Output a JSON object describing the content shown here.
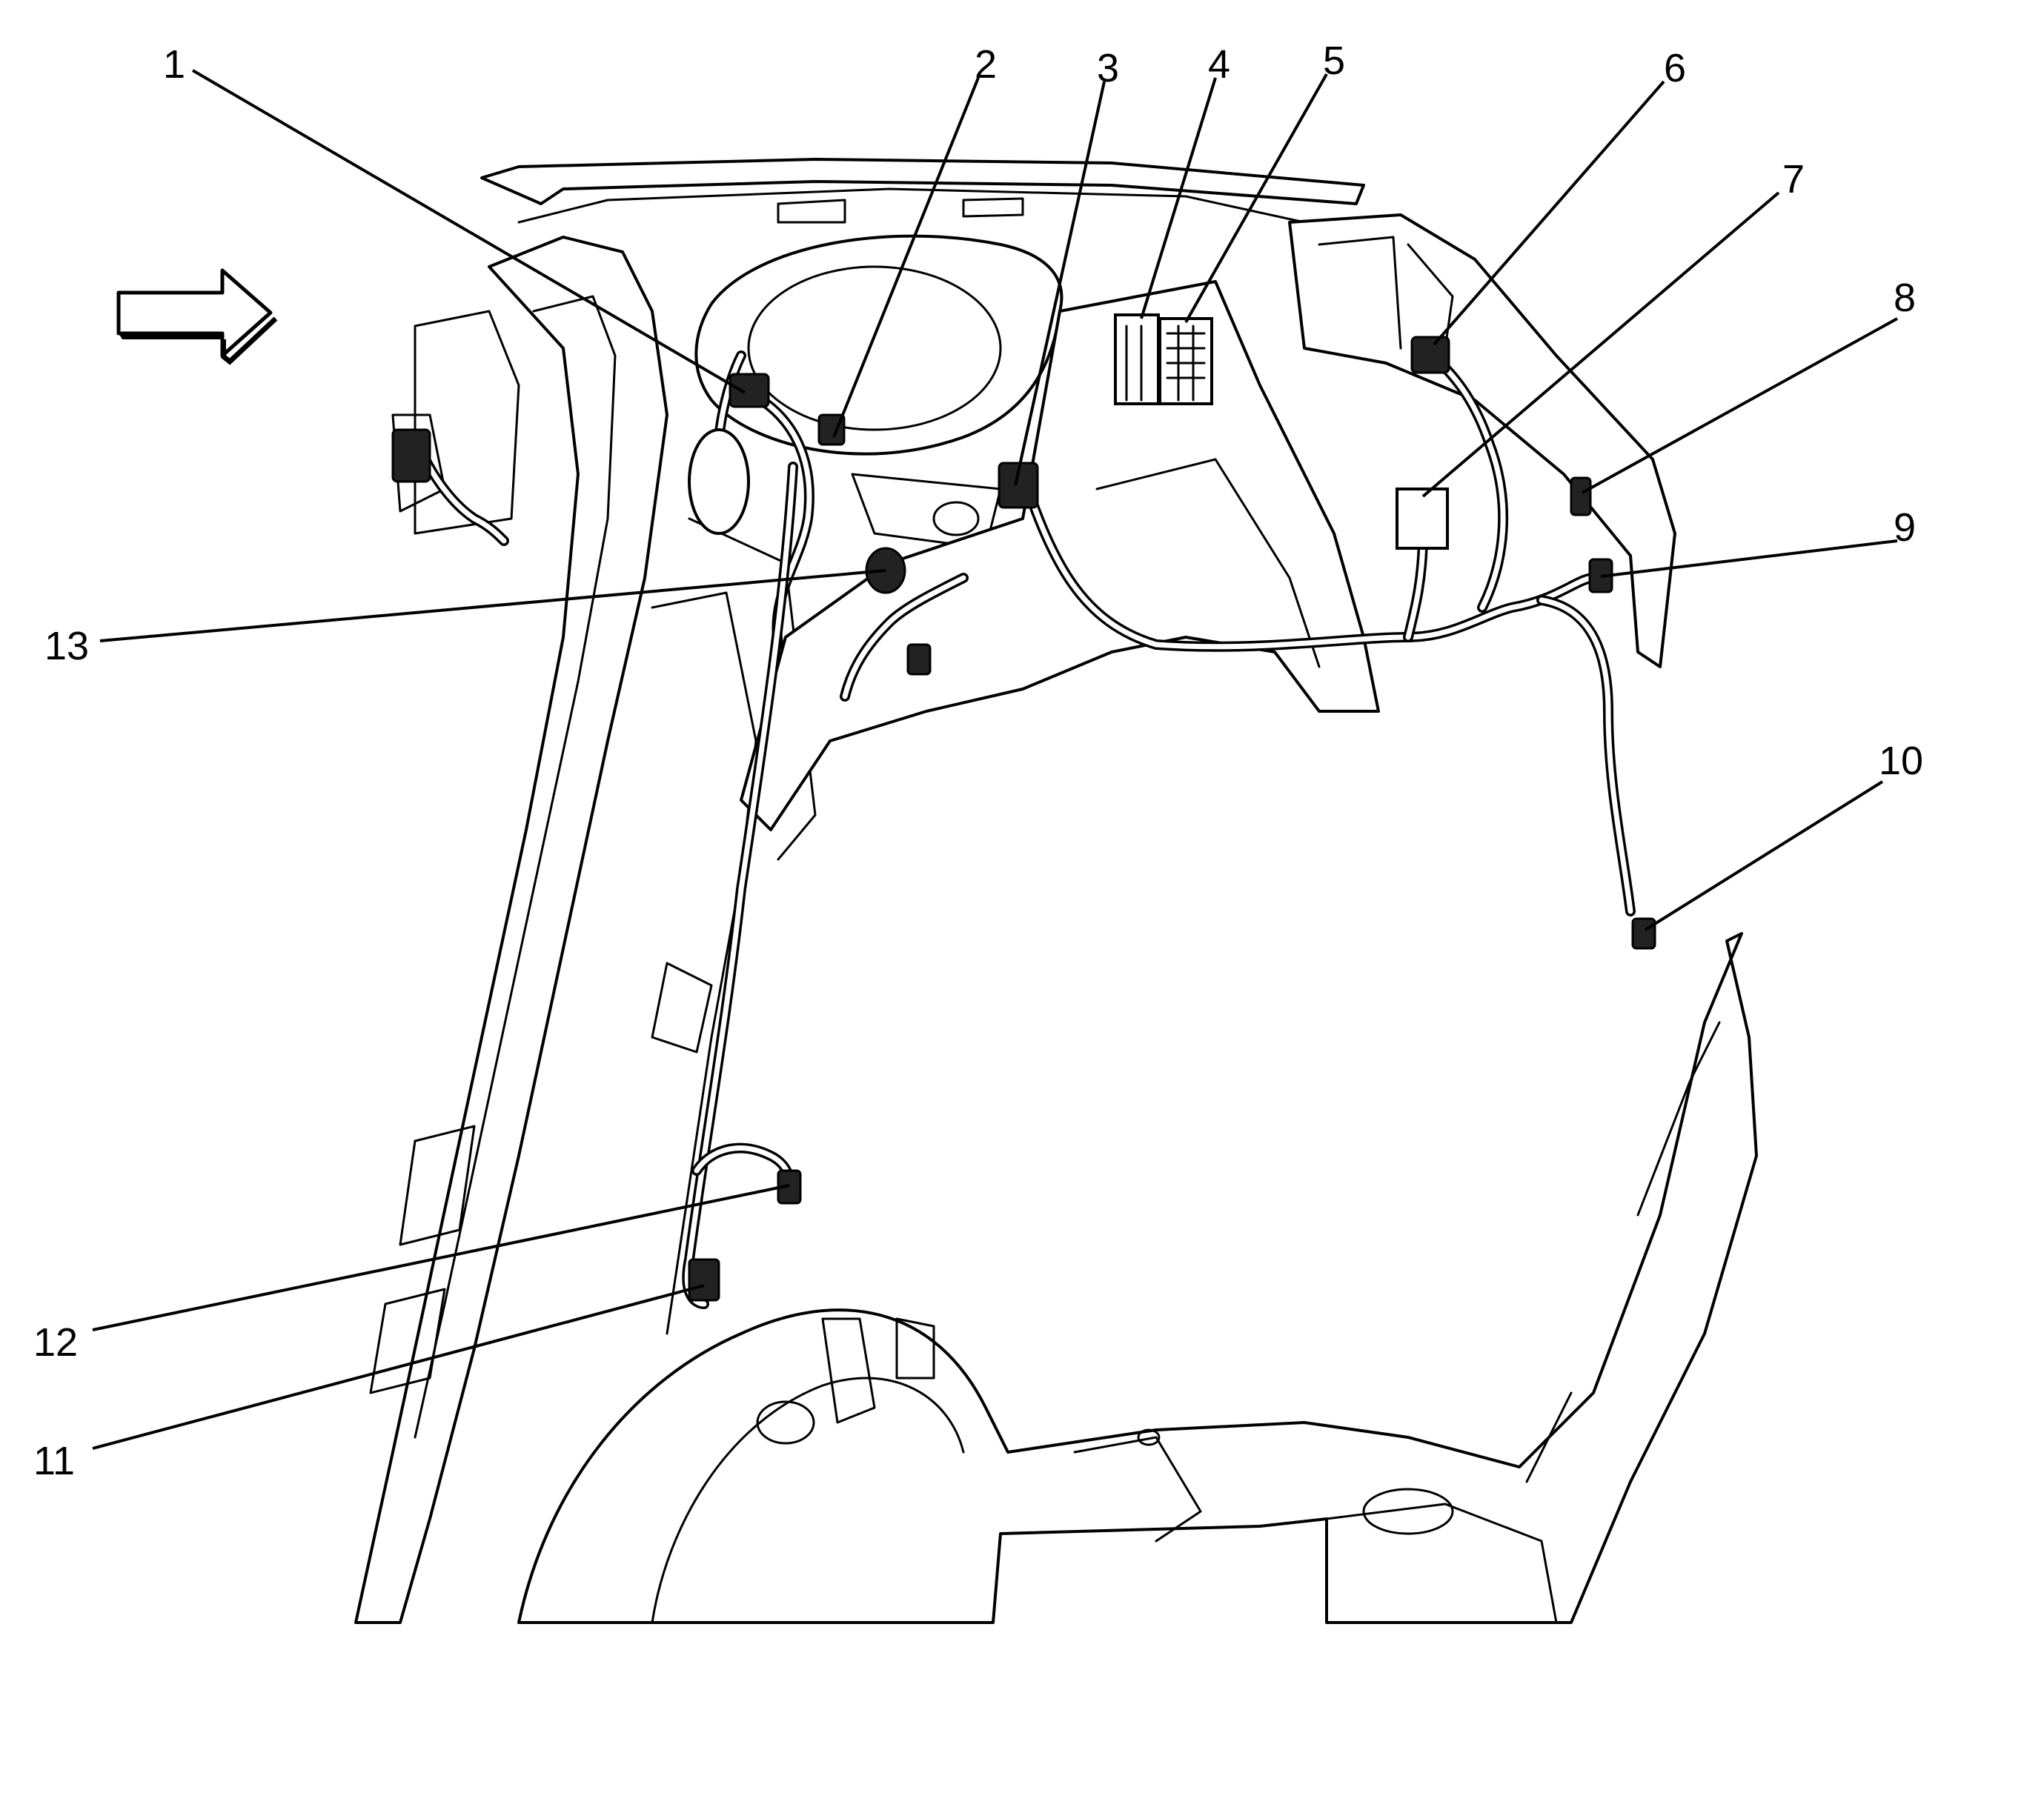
{
  "figure": {
    "callouts": [
      {
        "id": "1",
        "label": "1"
      },
      {
        "id": "2",
        "label": "2"
      },
      {
        "id": "3",
        "label": "3"
      },
      {
        "id": "4",
        "label": "4"
      },
      {
        "id": "5",
        "label": "5"
      },
      {
        "id": "6",
        "label": "6"
      },
      {
        "id": "7",
        "label": "7"
      },
      {
        "id": "8",
        "label": "8"
      },
      {
        "id": "9",
        "label": "9"
      },
      {
        "id": "10",
        "label": "10"
      },
      {
        "id": "11",
        "label": "11"
      },
      {
        "id": "12",
        "label": "12"
      },
      {
        "id": "13",
        "label": "13"
      }
    ],
    "orientation_arrow": "right-arrow-icon",
    "colors": {
      "line": "#000000",
      "background": "#ffffff"
    }
  }
}
